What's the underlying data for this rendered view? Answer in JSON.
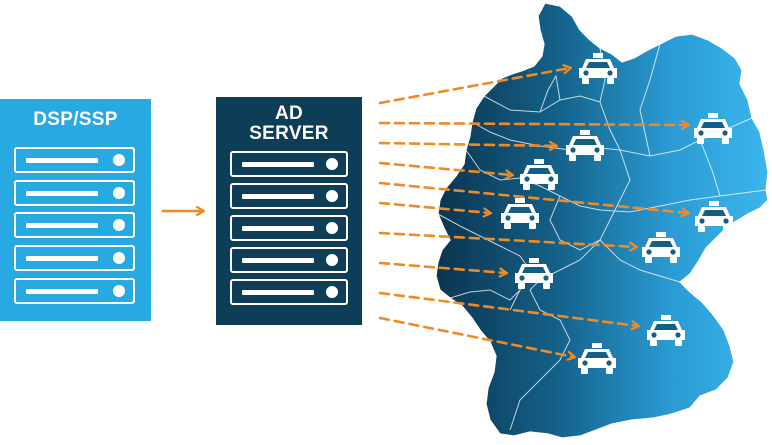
{
  "dsp_box": {
    "title": "DSP/SSP",
    "rack_count": 5
  },
  "ad_server": {
    "title_line1": "AD",
    "title_line2": "SERVER",
    "rack_count": 5
  },
  "colors": {
    "dsp_fill": "#29a9e1",
    "ad_server_fill": "#0d3d57",
    "arrow": "#f08a24",
    "map_dark": "#0d3d57",
    "map_light": "#3bb4ea",
    "taxi": "#ffffff"
  },
  "icons": [
    "server-rack-icon",
    "taxi-icon",
    "germany-map"
  ]
}
